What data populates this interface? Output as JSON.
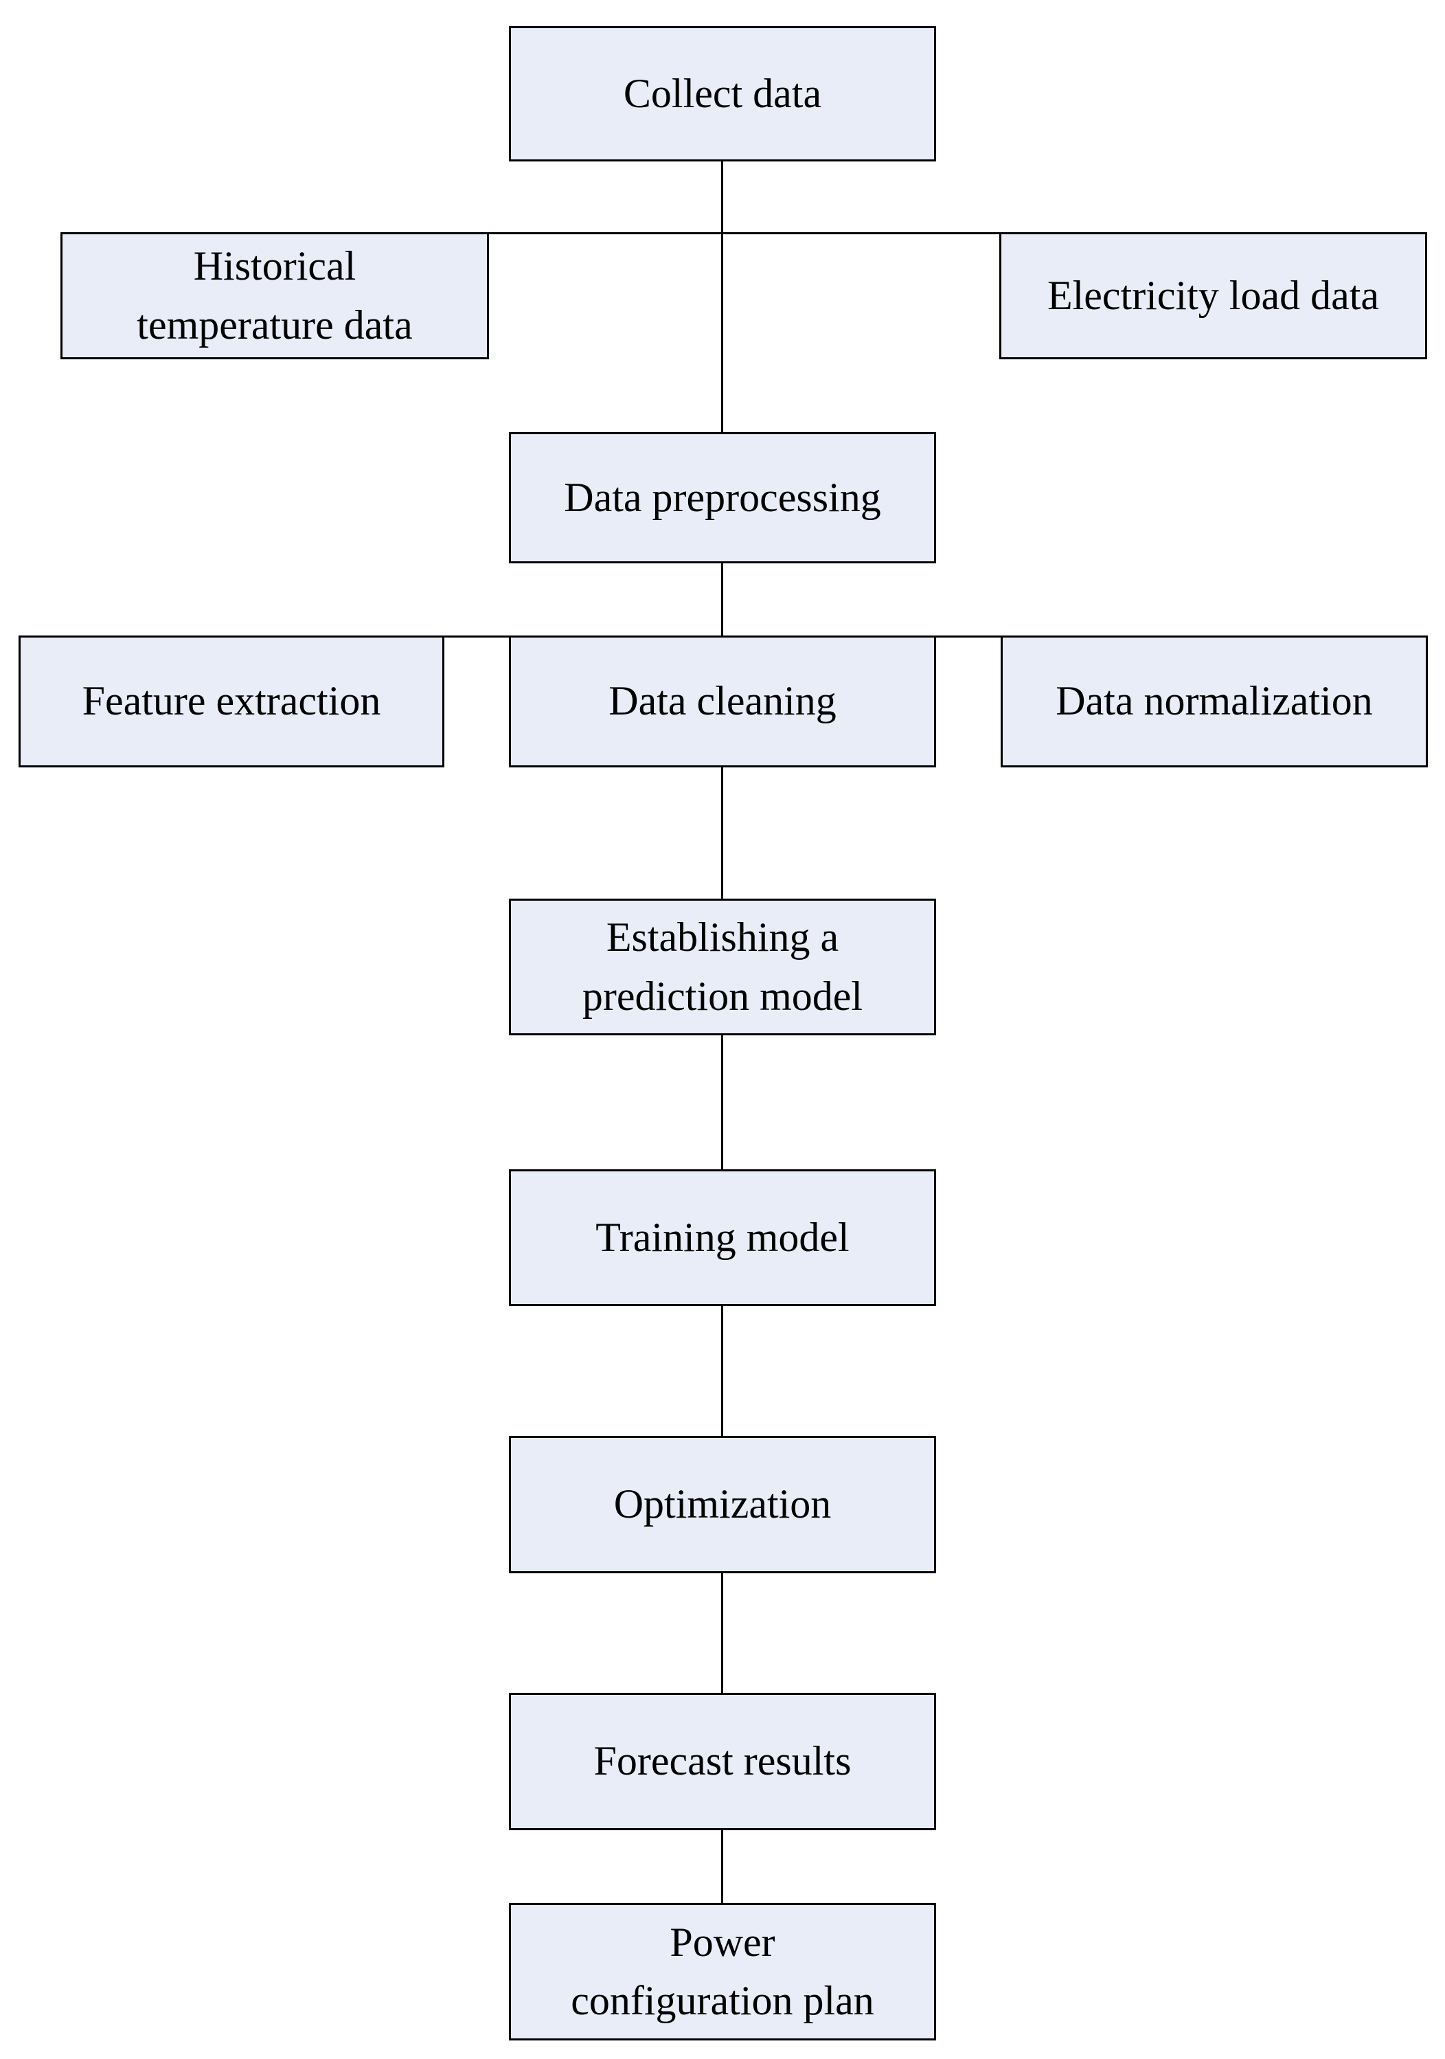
{
  "colors": {
    "background": "#ffffff",
    "node_fill": "#e8edf7",
    "node_border": "#000000",
    "connector": "#000000",
    "text": "#000000"
  },
  "nodes": {
    "collect_data": {
      "label": "Collect data",
      "lines": [
        "Collect data"
      ]
    },
    "historical_temp": {
      "label": "Historical temperature data",
      "lines": [
        "Historical",
        "temperature data"
      ]
    },
    "electricity_load": {
      "label": "Electricity load data",
      "lines": [
        "Electricity load data"
      ]
    },
    "data_preprocessing": {
      "label": "Data preprocessing",
      "lines": [
        "Data preprocessing"
      ]
    },
    "feature_extraction": {
      "label": "Feature extraction",
      "lines": [
        "Feature extraction"
      ]
    },
    "data_cleaning": {
      "label": "Data cleaning",
      "lines": [
        "Data cleaning"
      ]
    },
    "data_normalization": {
      "label": "Data normalization",
      "lines": [
        "Data normalization"
      ]
    },
    "establishing_model": {
      "label": "Establishing a prediction model",
      "lines": [
        "Establishing a",
        "prediction model"
      ]
    },
    "training_model": {
      "label": "Training model",
      "lines": [
        "Training model"
      ]
    },
    "optimization": {
      "label": "Optimization",
      "lines": [
        "Optimization"
      ]
    },
    "forecast_results": {
      "label": "Forecast results",
      "lines": [
        "Forecast results"
      ]
    },
    "power_plan": {
      "label": "Power configuration plan",
      "lines": [
        "Power",
        "configuration plan"
      ]
    }
  },
  "edges": [
    {
      "from": "Collect data",
      "to": "Historical temperature data"
    },
    {
      "from": "Collect data",
      "to": "Electricity load data"
    },
    {
      "from": "Collect data",
      "to": "Data preprocessing"
    },
    {
      "from": "Data preprocessing",
      "to": "Feature extraction"
    },
    {
      "from": "Data preprocessing",
      "to": "Data cleaning"
    },
    {
      "from": "Data preprocessing",
      "to": "Data normalization"
    },
    {
      "from": "Data cleaning",
      "to": "Establishing a prediction model"
    },
    {
      "from": "Establishing a prediction model",
      "to": "Training model"
    },
    {
      "from": "Training model",
      "to": "Optimization"
    },
    {
      "from": "Optimization",
      "to": "Forecast results"
    },
    {
      "from": "Forecast results",
      "to": "Power configuration plan"
    }
  ]
}
